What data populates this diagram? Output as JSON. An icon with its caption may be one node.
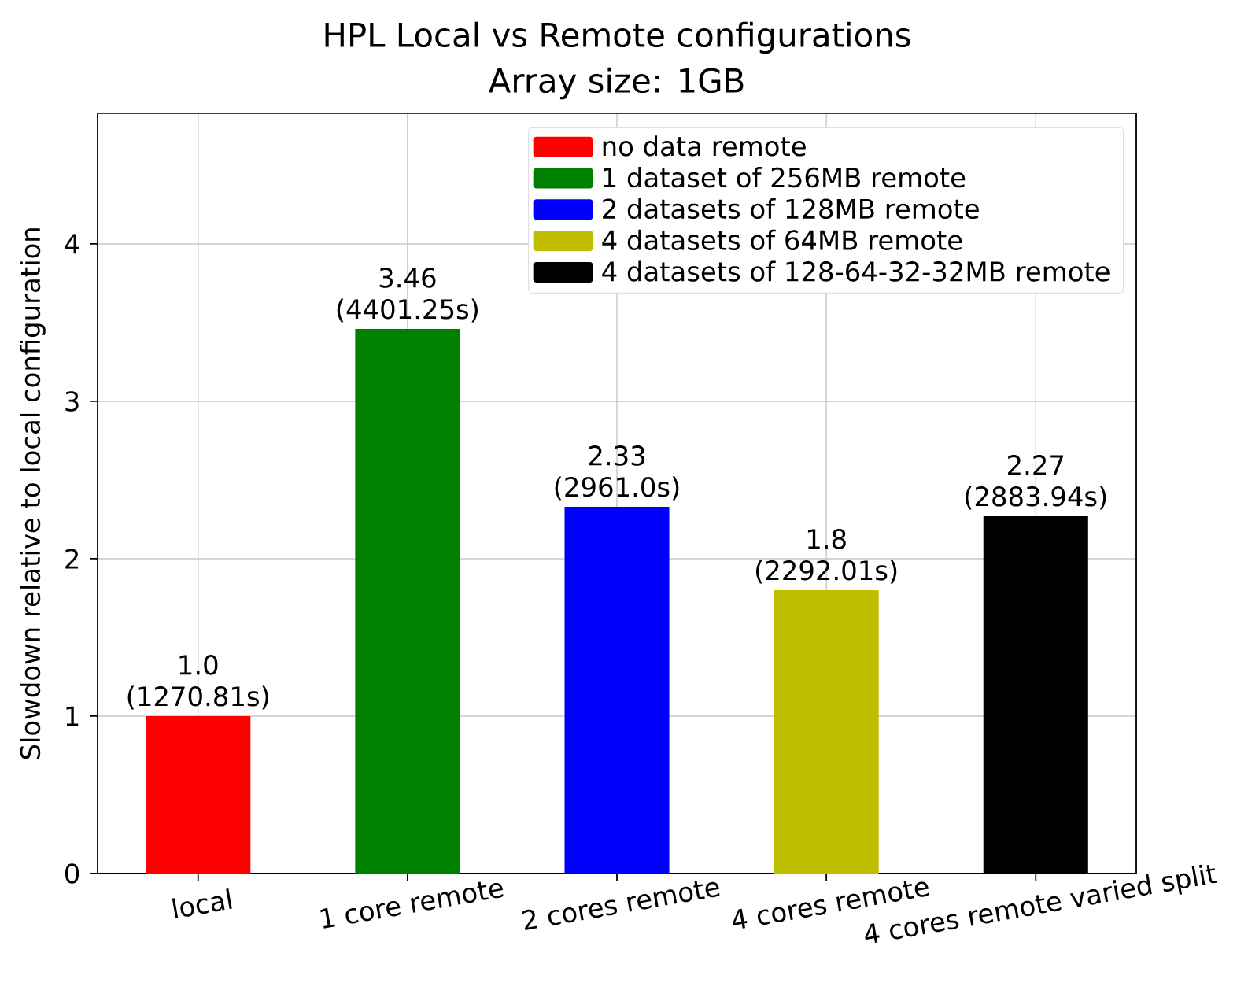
{
  "diagram": {
    "title": "HPL Local vs Remote configurations",
    "labels": [
      "Array size: 1GB"
    ],
    "chart_data": {
      "type": "bar",
      "ylabel": "Slowdown relative to local configuration",
      "categories": [
        "local",
        "1 core remote",
        "2 cores remote",
        "4 cores remote",
        "4 cores remote varied split"
      ],
      "series": [
        {
          "name": "no data remote",
          "color": "#ff0000",
          "values": [
            1.0,
            null,
            null,
            null,
            null
          ]
        },
        {
          "name": "1 dataset of 256MB remote",
          "color": "#008000",
          "values": [
            null,
            3.46,
            null,
            null,
            null
          ]
        },
        {
          "name": "2 datasets of 128MB remote",
          "color": "#0000ff",
          "values": [
            null,
            null,
            2.33,
            null,
            null
          ]
        },
        {
          "name": "4 datasets of 64MB remote",
          "color": "#bfbf00",
          "values": [
            null,
            null,
            null,
            1.8,
            null
          ]
        },
        {
          "name": "4 datasets of 128-64-32-32MB remote",
          "color": "#000000",
          "values": [
            null,
            null,
            null,
            null,
            2.27
          ]
        }
      ],
      "ylim": [
        0,
        4.83
      ],
      "yticks": [
        0,
        1,
        2,
        3,
        4
      ],
      "grid": true,
      "legend": "upper right",
      "value_labels": [
        "1.0 (1270.81s)",
        "3.46 (4401.25s)",
        "2.33 (2961.0s)",
        "1.8 (2292.01s)",
        "2.27 (2883.94s)"
      ]
    }
  }
}
